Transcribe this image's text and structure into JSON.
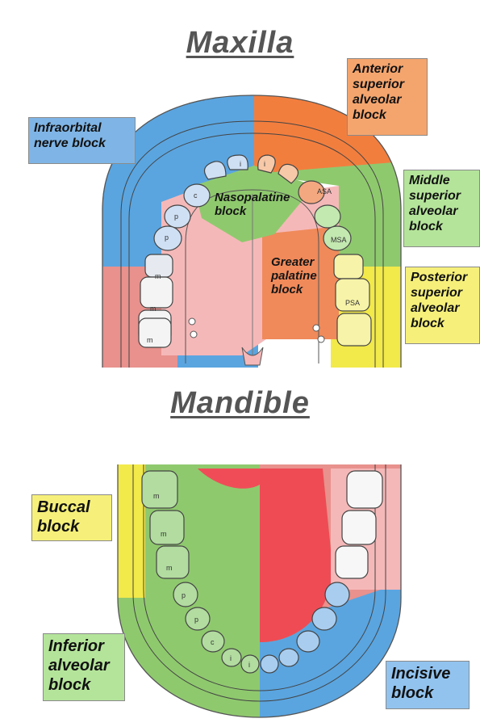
{
  "maxilla": {
    "title": "Maxilla",
    "blocks": {
      "infraorbital": {
        "label": "Infraorbital\nnerve block",
        "color": "#7fb5e6"
      },
      "anterior_superior": {
        "label": "Anterior\nsuperior\nalveolar\nblock",
        "color": "#f4a56e"
      },
      "middle_superior": {
        "label": "Middle\nsuperior\nalveolar\nblock",
        "color": "#b4e49a"
      },
      "posterior_superior": {
        "label": "Posterior\nsuperior\nalveolar\nblock",
        "color": "#f6f07a"
      },
      "nasopalatine": {
        "label": "Nasopalatine\nblock"
      },
      "greater_palatine": {
        "label": "Greater\npalatine\nblock"
      }
    },
    "tooth_labels": {
      "left": [
        "i",
        "c",
        "p",
        "p",
        "m",
        "m",
        "m"
      ],
      "right": [
        "i",
        "ASA",
        "MSA",
        "PSA"
      ]
    }
  },
  "mandible": {
    "title": "Mandible",
    "blocks": {
      "buccal": {
        "label": "Buccal\nblock",
        "color": "#f6f07a"
      },
      "inferior_alveolar": {
        "label": "Inferior\nalveolar\nblock",
        "color": "#b4e49a"
      },
      "incisive": {
        "label": "Incisive\nblock",
        "color": "#92c3ef"
      }
    },
    "tooth_labels": {
      "left": [
        "m",
        "m",
        "m",
        "p",
        "p",
        "c",
        "i",
        "i"
      ]
    }
  }
}
